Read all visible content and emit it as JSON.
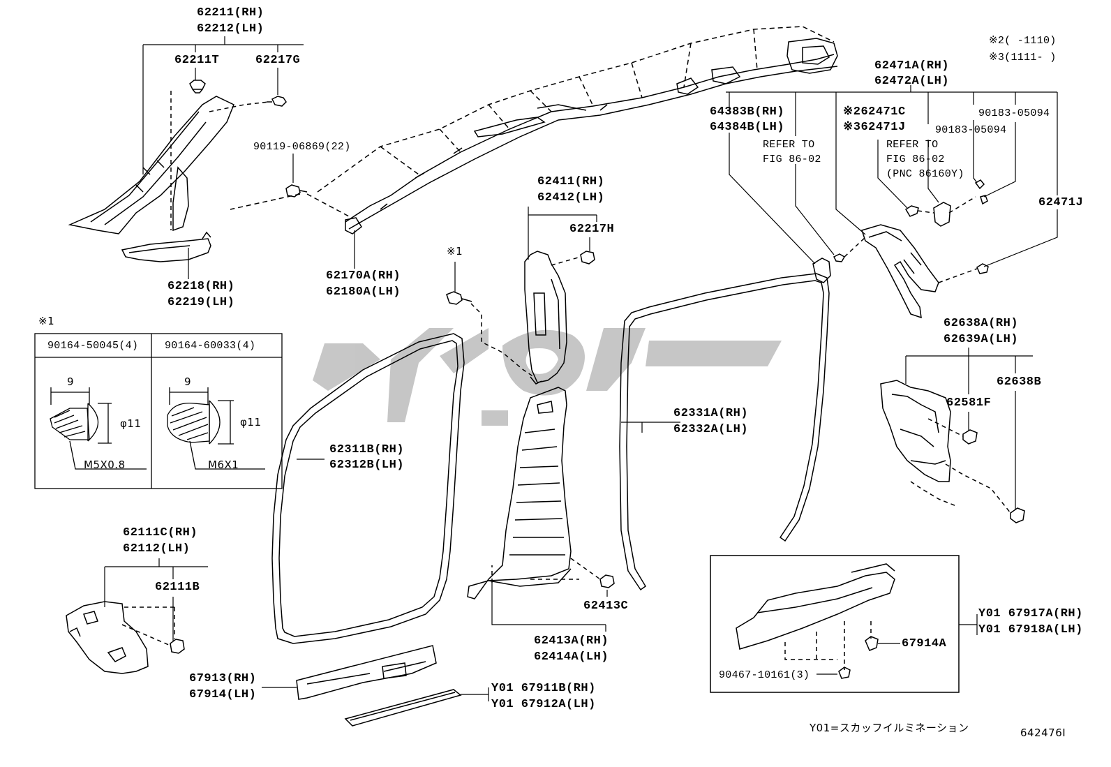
{
  "labels": {
    "p62211": "62211(RH)",
    "p62212": "62212(LH)",
    "p62211T": "62211T",
    "p62217G": "62217G",
    "p62218": "62218(RH)",
    "p62219": "62219(LH)",
    "p90119": "90119-06869(22)",
    "p62170": "62170A(RH)",
    "p62180": "62180A(LH)",
    "p62411": "62411(RH)",
    "p62412": "62412(LH)",
    "p62217H": "62217H",
    "ref1": "※1",
    "ref1b": "※1",
    "p62471A": "62471A(RH)",
    "p62472A": "62472A(LH)",
    "p64383B": "64383B(RH)",
    "p64384B": "64384B(LH)",
    "p62471C": "※262471C",
    "p62471J_s": "※362471J",
    "p90183a": "90183-05094",
    "p90183b": "90183-05094",
    "refer1a": "REFER TO",
    "refer1b": "FIG 86-02",
    "refer2a": "REFER TO",
    "refer2b": "FIG 86-02",
    "refer2c": "(PNC 86160Y)",
    "p62471J": "62471J",
    "note2": "※2(   -1110)",
    "note3": "※3(1111-   )",
    "p62638A": "62638A(RH)",
    "p62639A": "62639A(LH)",
    "p62638B": "62638B",
    "p62581F": "62581F",
    "p62331A": "62331A(RH)",
    "p62332A": "62332A(LH)",
    "p62311B": "62311B(RH)",
    "p62312B": "62312B(LH)",
    "p62111C": "62111C(RH)",
    "p62112": "62112(LH)",
    "p62111B": "62111B",
    "p62413C": "62413C",
    "p62413A": "62413A(RH)",
    "p62414A": "62414A(LH)",
    "p67913": "67913(RH)",
    "p67914": "67914(LH)",
    "pY67911": "Y01 67911B(RH)",
    "pY67912": "Y01 67912A(LH)",
    "pY67917": "Y01 67917A(RH)",
    "pY67918": "Y01 67918A(LH)",
    "p67914A": "67914A",
    "p90467": "90467-10161(3)",
    "legendY01": "Y01=スカッフイルミネーション",
    "figno": "642476I"
  },
  "inset": {
    "col1": "90164-50045(4)",
    "col2": "90164-60033(4)",
    "dim9a": "9",
    "dim9b": "9",
    "phi1": "φ11",
    "phi2": "φ11",
    "thread1": "M5X0.8",
    "thread2": "M6X1"
  },
  "colors": {
    "line": "#000000",
    "watermark": "#c4c4c4"
  }
}
